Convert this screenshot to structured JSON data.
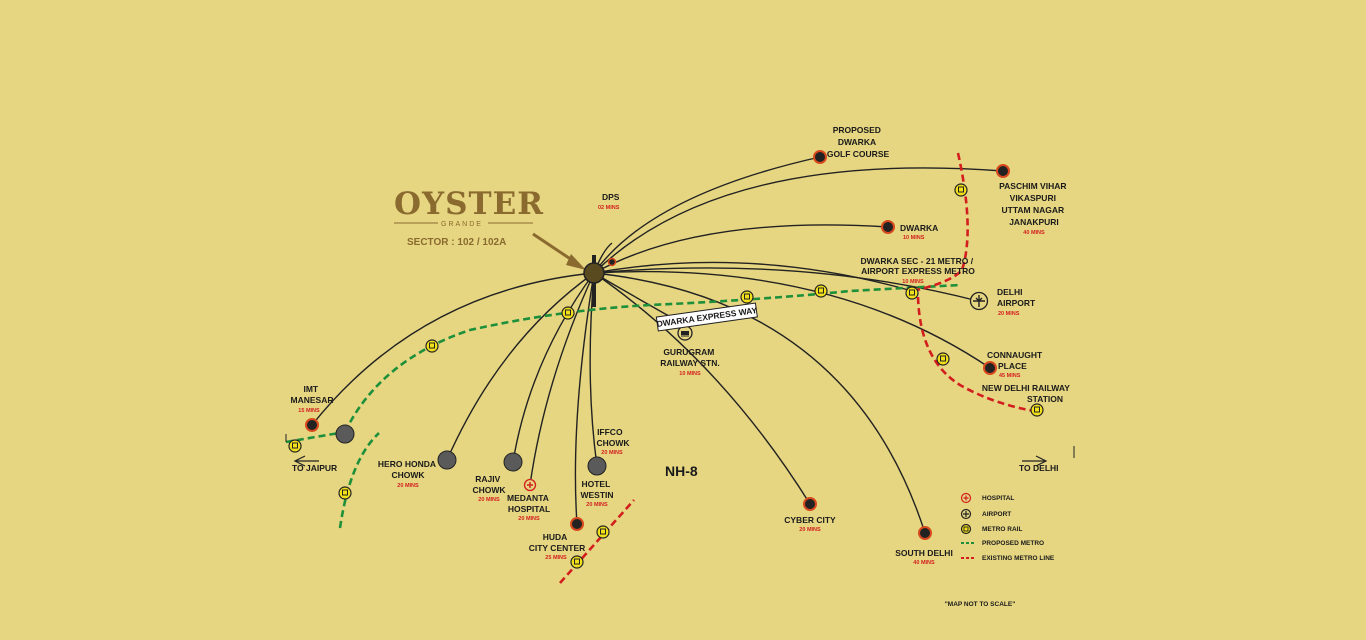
{
  "project": {
    "title": "OYSTER",
    "subtitle": "GRANDE",
    "sector": "SECTOR : 102 / 102A"
  },
  "locations": {
    "golf_course": {
      "lines": [
        "PROPOSED",
        "DWARKA",
        "GOLF COURSE"
      ],
      "time": ""
    },
    "paschim_vihar": {
      "lines": [
        "PASCHIM VIHAR",
        "VIKASPURI",
        "UTTAM NAGAR",
        "JANAKPURI"
      ],
      "time": "40 MINS"
    },
    "dps": {
      "lines": [
        "DPS"
      ],
      "time": "02 MINS"
    },
    "dwarka": {
      "lines": [
        "DWARKA"
      ],
      "time": "10 MINS"
    },
    "dwarka_sec21": {
      "lines": [
        "DWARKA SEC - 21 METRO /",
        "AIRPORT EXPRESS METRO"
      ],
      "time": "10 MINS"
    },
    "delhi_airport": {
      "lines": [
        "DELHI",
        "AIRPORT"
      ],
      "time": "20 MINS"
    },
    "connaught": {
      "lines": [
        "CONNAUGHT",
        "PLACE"
      ],
      "time": "45 MINS"
    },
    "nd_railway": {
      "lines": [
        "NEW DELHI RAILWAY",
        "STATION"
      ],
      "time": ""
    },
    "gurugram_rly": {
      "lines": [
        "GURUGRAM",
        "RAILWAY STN."
      ],
      "time": "10 MINS"
    },
    "imt_manesar": {
      "lines": [
        "IMT",
        "MANESAR"
      ],
      "time": "15 MINS"
    },
    "hero_honda": {
      "lines": [
        "HERO HONDA",
        "CHOWK"
      ],
      "time": "20 MINS"
    },
    "rajiv_chowk": {
      "lines": [
        "RAJIV",
        "CHOWK"
      ],
      "time": "20 MINS"
    },
    "iffco_chowk": {
      "lines": [
        "IFFCO",
        "CHOWK"
      ],
      "time": "20 MINS"
    },
    "medanta": {
      "lines": [
        "MEDANTA",
        "HOSPITAL"
      ],
      "time": "20 MINS"
    },
    "hotel_westin": {
      "lines": [
        "HOTEL",
        "WESTIN"
      ],
      "time": "20 MINS"
    },
    "huda": {
      "lines": [
        "HUDA",
        "CITY CENTER"
      ],
      "time": "25 MINS"
    },
    "cyber_city": {
      "lines": [
        "CYBER CITY"
      ],
      "time": "20 MINS"
    },
    "south_delhi": {
      "lines": [
        "SOUTH DELHI"
      ],
      "time": "40 MINS"
    }
  },
  "roads": {
    "expressway": "DWARKA EXPRESS WAY",
    "nh8": "NH-8",
    "to_jaipur": "TO JAIPUR",
    "to_delhi": "TO DELHI"
  },
  "legend": {
    "hospital": "HOSPITAL",
    "airport": "AIRPORT",
    "metro_rail": "METRO RAIL",
    "proposed_metro": "PROPOSED METRO",
    "existing_metro": "EXISTING METRO LINE"
  },
  "note": "\"MAP NOT TO SCALE\"",
  "colors": {
    "background": "#e6d681",
    "brand": "#8a6a2f",
    "proposed_metro": "#1e8f3a",
    "existing_metro": "#d21e1e",
    "marker": "#d84a1e",
    "metro_icon": "#f2e01a"
  }
}
